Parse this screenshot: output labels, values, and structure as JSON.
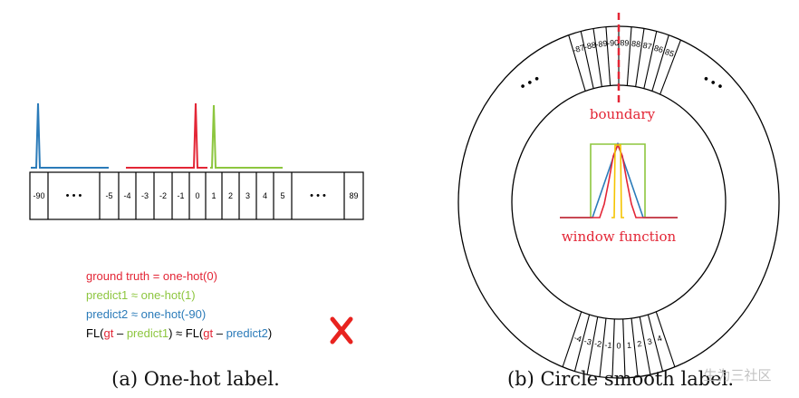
{
  "panel_a": {
    "cells": [
      "-90",
      "• • •",
      "-5",
      "-4",
      "-3",
      "-2",
      "-1",
      "0",
      "1",
      "2",
      "3",
      "4",
      "5",
      "• • •",
      "89"
    ],
    "legend": {
      "line1": "ground truth = one-hot(0)",
      "line2": "predict1 ≈ one-hot(1)",
      "line3": "predict2 ≈ one-hot(-90)",
      "fl_prefix": "FL(",
      "gt": "gt",
      "minus": " – ",
      "p1": "predict1",
      "mid": ") ≈  FL(",
      "p2": "predict2",
      "close": ")"
    },
    "caption": "(a) One-hot label."
  },
  "panel_b": {
    "top_labels": [
      "-87",
      "-88",
      "-89",
      "-90",
      "89",
      "88",
      "87",
      "86",
      "85"
    ],
    "bottom_labels": [
      "-4",
      "-3",
      "-2",
      "-1",
      "0",
      "1",
      "2",
      "3",
      "4"
    ],
    "ellipsis_left": "• • •",
    "ellipsis_right": "• • •",
    "boundary_label": "boundary",
    "window_label": "window function",
    "caption": "(b) Circle smooth label."
  },
  "watermark": "生为三社区",
  "colors": {
    "red": "#e32636",
    "green": "#8dc63f",
    "blue": "#2b7bb9",
    "yellow": "#f5c400",
    "cross": "#e8231f"
  }
}
